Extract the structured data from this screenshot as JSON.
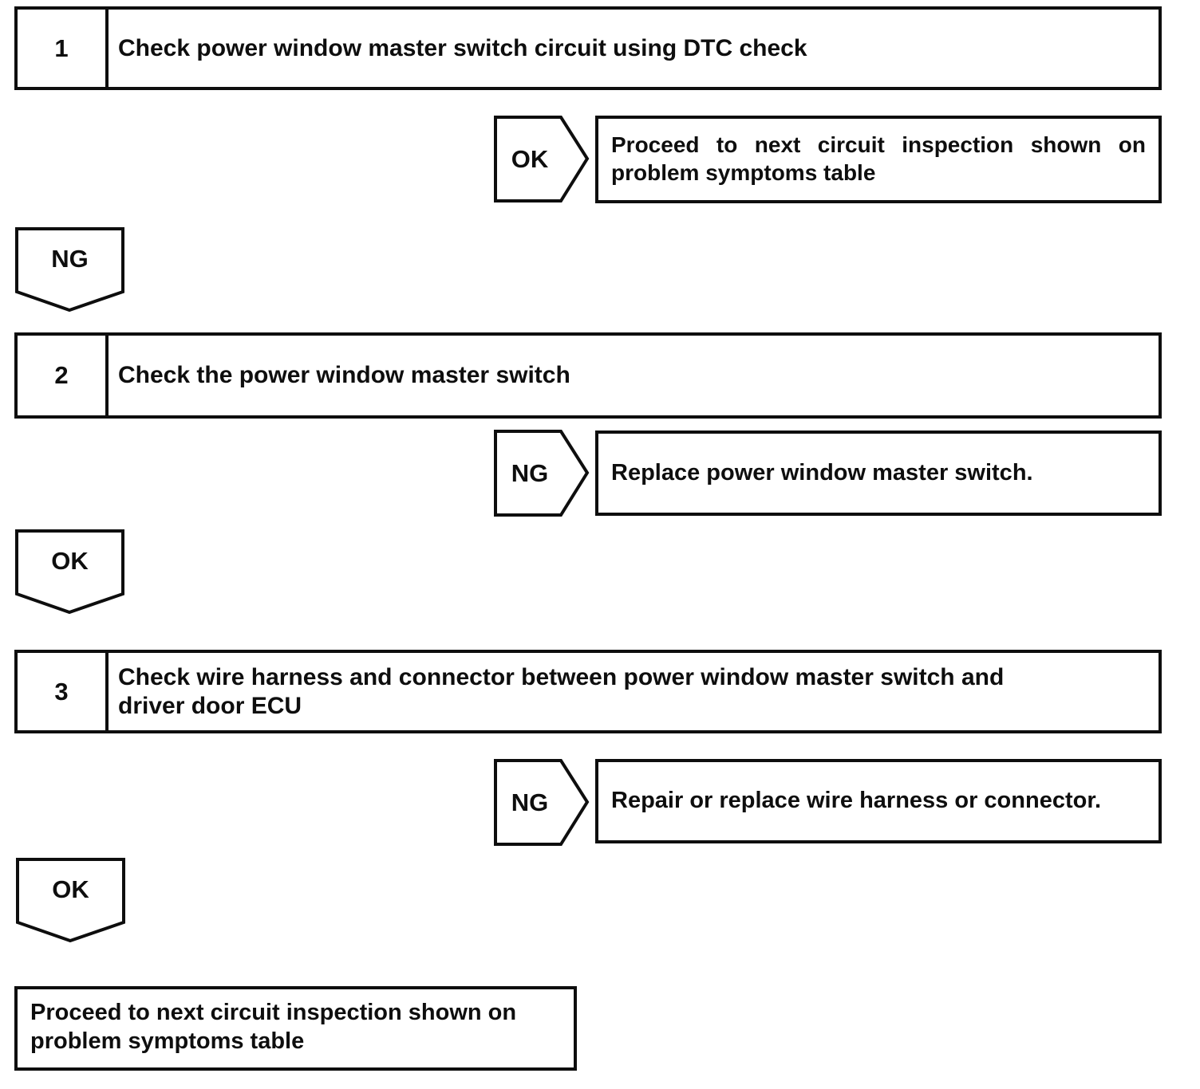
{
  "flowchart": {
    "steps": [
      {
        "number": "1",
        "title": "Check power window master switch circuit using DTC check",
        "branch": {
          "label": "OK",
          "result": "Proceed to next circuit inspection shown on problem symptoms table"
        },
        "connector": {
          "label": "NG"
        }
      },
      {
        "number": "2",
        "title": "Check the power window master switch",
        "branch": {
          "label": "NG",
          "result": "Replace power window master switch."
        },
        "connector": {
          "label": "OK"
        }
      },
      {
        "number": "3",
        "title": "Check wire harness and connector between power window master switch and\ndriver door ECU",
        "branch": {
          "label": "NG",
          "result": "Repair or replace wire harness or connector."
        },
        "connector": {
          "label": "OK"
        }
      }
    ],
    "end": {
      "text": "Proceed to next circuit inspection shown on\nproblem symptoms table"
    },
    "colors": {
      "ink": "#0e0e0e",
      "paper": "#ffffff"
    }
  }
}
